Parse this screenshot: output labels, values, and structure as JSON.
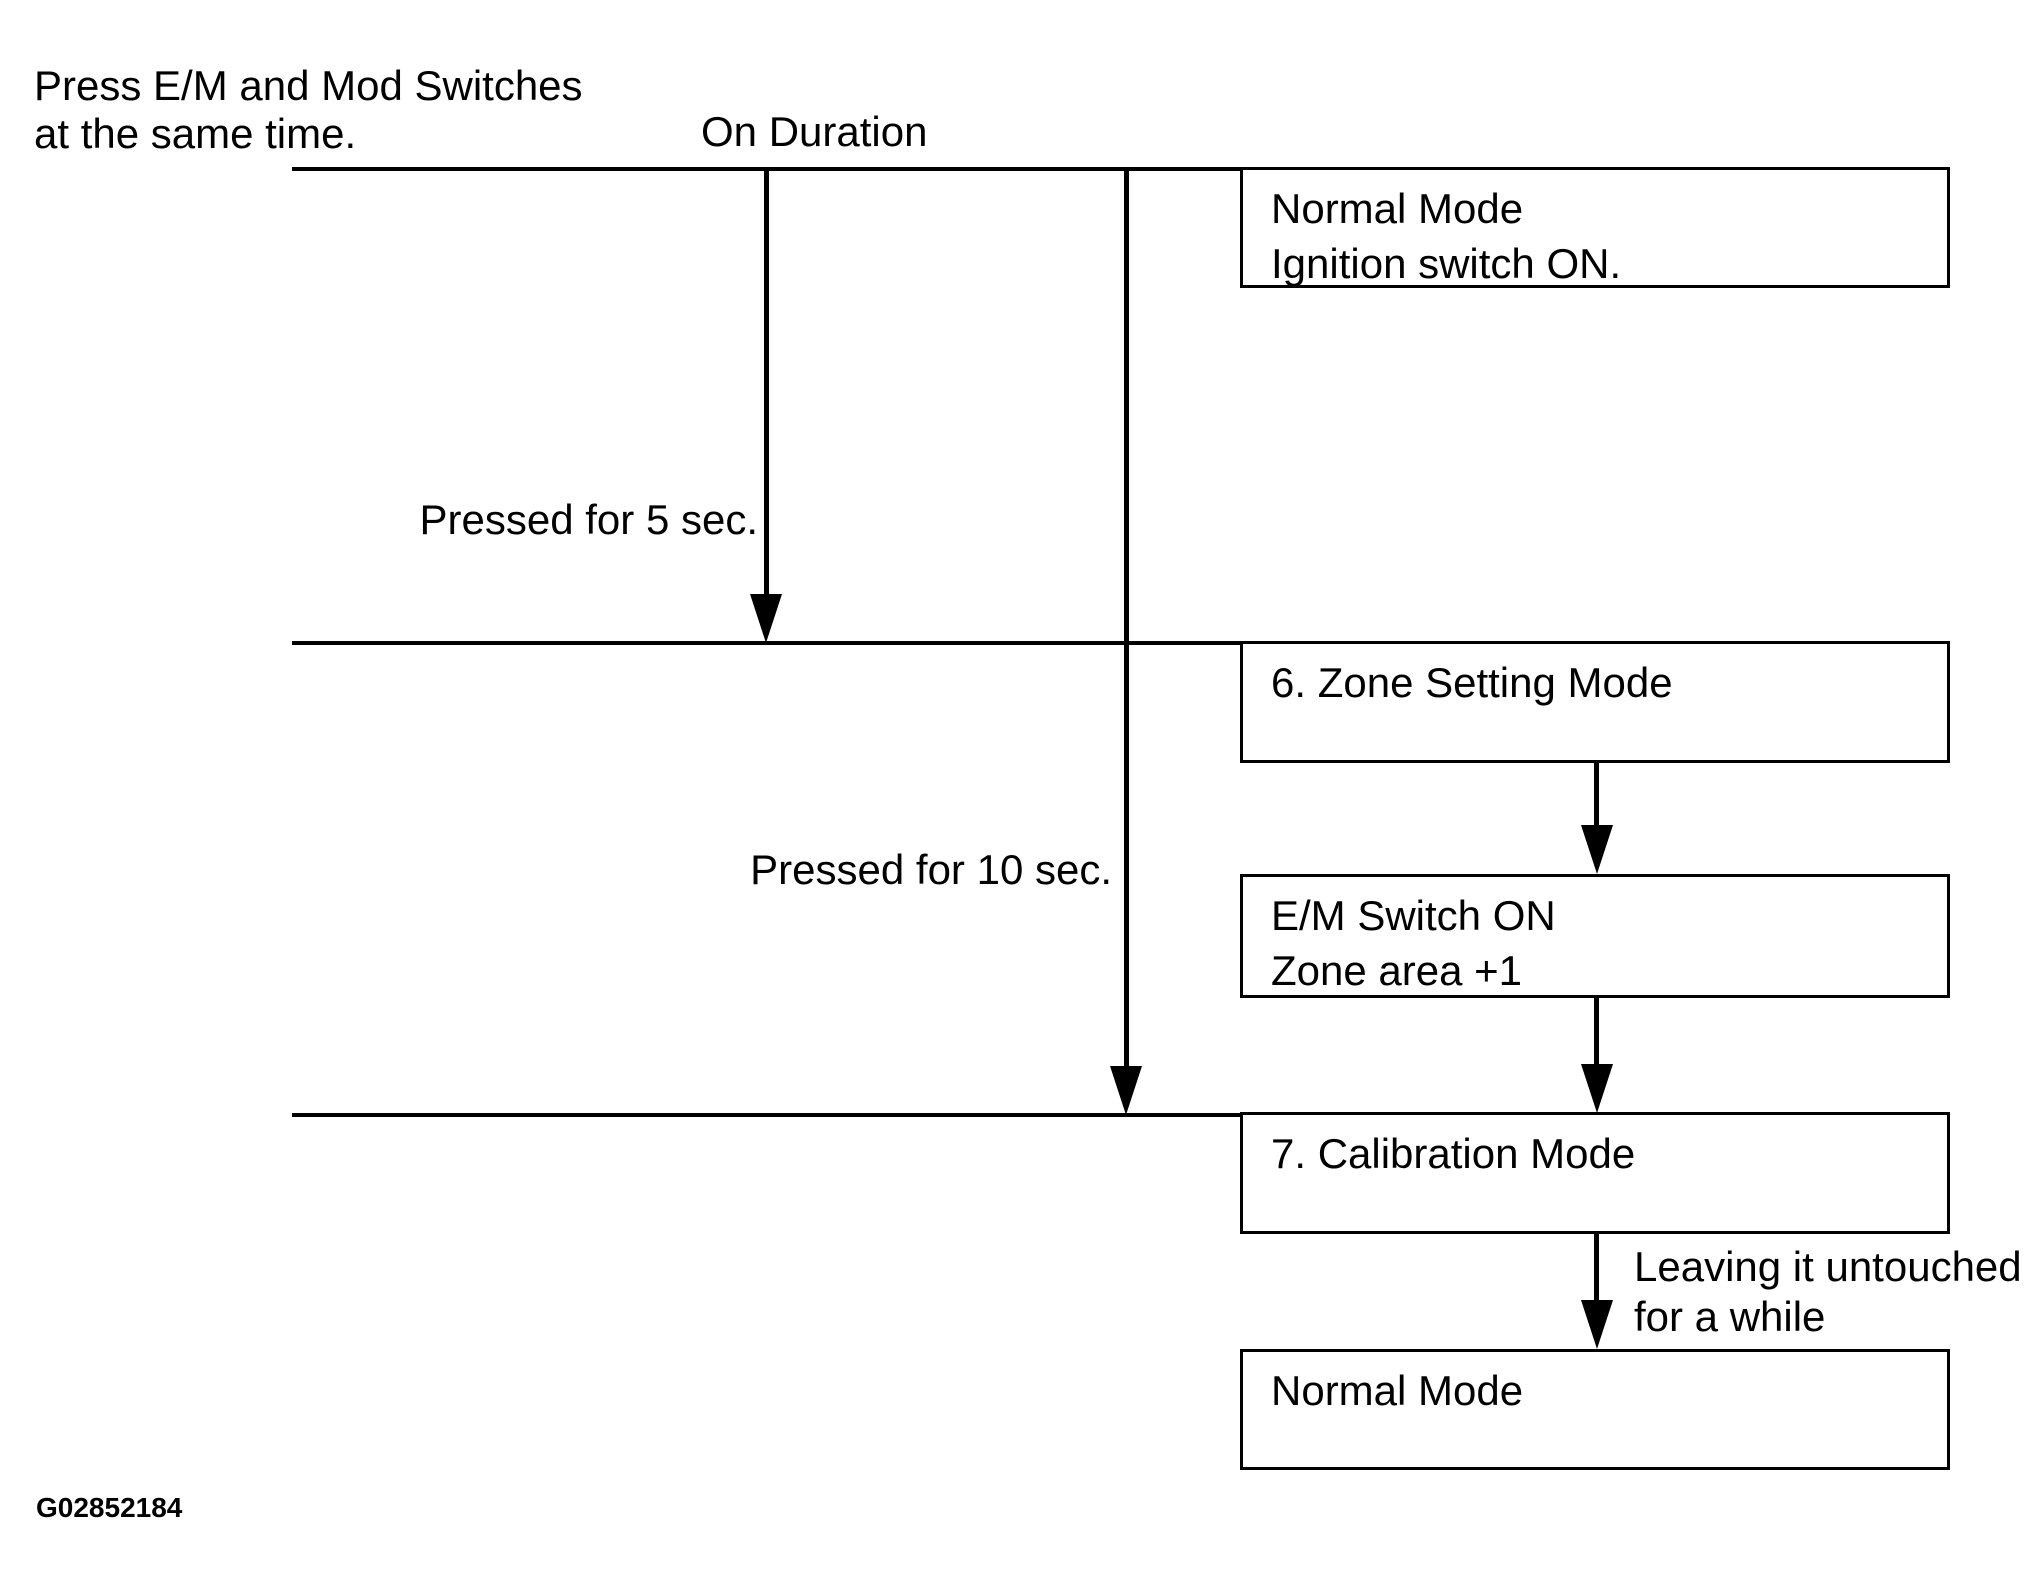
{
  "diagram": {
    "note": {
      "line1": "Press E/M and Mod Switches",
      "line2": "at the same time."
    },
    "on_duration_label": "On Duration",
    "transition_labels": {
      "pressed_5s": "Pressed for 5 sec.",
      "pressed_10s": "Pressed for 10 sec.",
      "leaving_line1": "Leaving it untouched",
      "leaving_line2": "for a while"
    },
    "nodes": {
      "normal_mode_top": {
        "line1": "Normal Mode",
        "line2": "Ignition switch ON."
      },
      "zone_setting_mode": {
        "line1": "6. Zone Setting Mode"
      },
      "em_switch_on": {
        "line1": "E/M Switch ON",
        "line2": "Zone area +1"
      },
      "calibration_mode": {
        "line1": "7. Calibration Mode"
      },
      "normal_mode_bottom": {
        "line1": "Normal Mode"
      }
    },
    "figure_id": "G02852184",
    "colors": {
      "ink": "#000000",
      "paper": "#ffffff"
    }
  }
}
